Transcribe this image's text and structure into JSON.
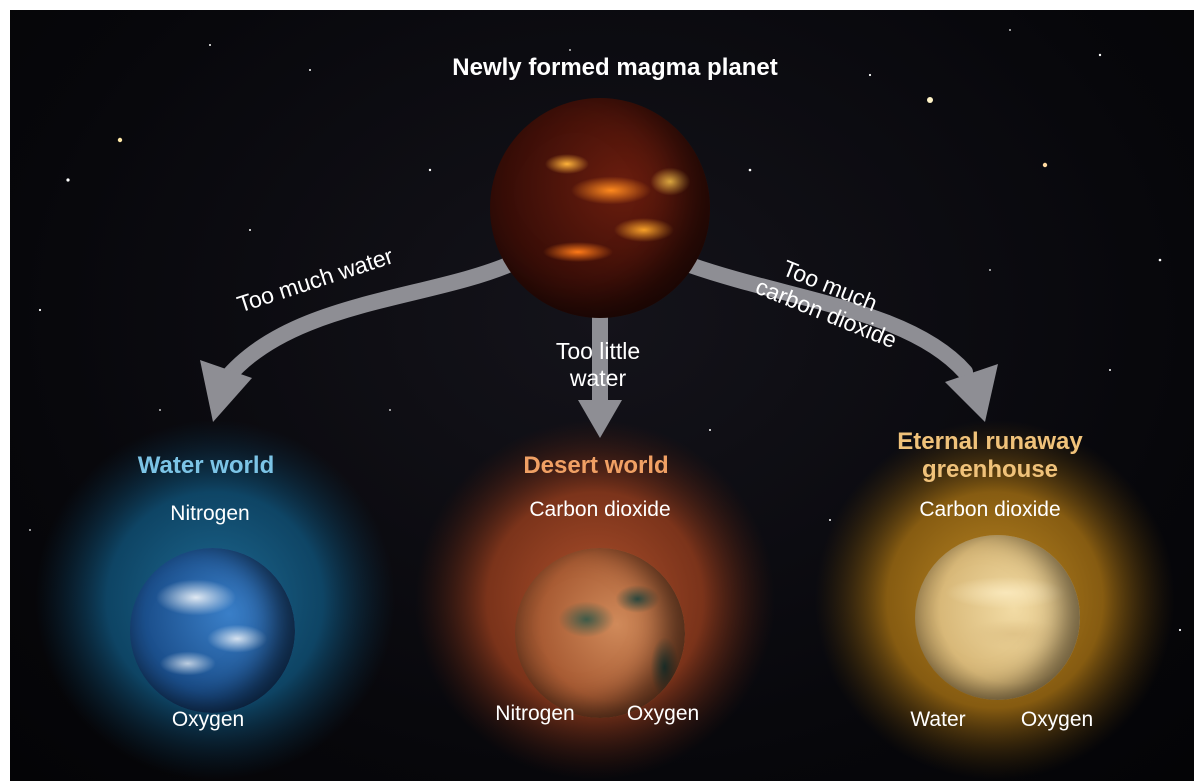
{
  "magma": {
    "title": "Newly formed magma planet"
  },
  "arrows": {
    "left": "Too much water",
    "middle": [
      "Too little",
      "water"
    ],
    "right": [
      "Too much",
      "carbon dioxide"
    ]
  },
  "outcomes": {
    "water": {
      "title": "Water world",
      "color": "#7cc4e6",
      "gas_top": "Nitrogen",
      "gas_bottom": "Oxygen"
    },
    "desert": {
      "title": "Desert world",
      "color": "#f0a064",
      "gas_top": "Carbon dioxide",
      "gas_bottom_left": "Nitrogen",
      "gas_bottom_right": "Oxygen"
    },
    "greenhouse": {
      "title": [
        "Eternal runaway",
        "greenhouse"
      ],
      "color": "#f0c27a",
      "gas_top": "Carbon dioxide",
      "gas_bottom_left": "Water",
      "gas_bottom_right": "Oxygen"
    }
  }
}
